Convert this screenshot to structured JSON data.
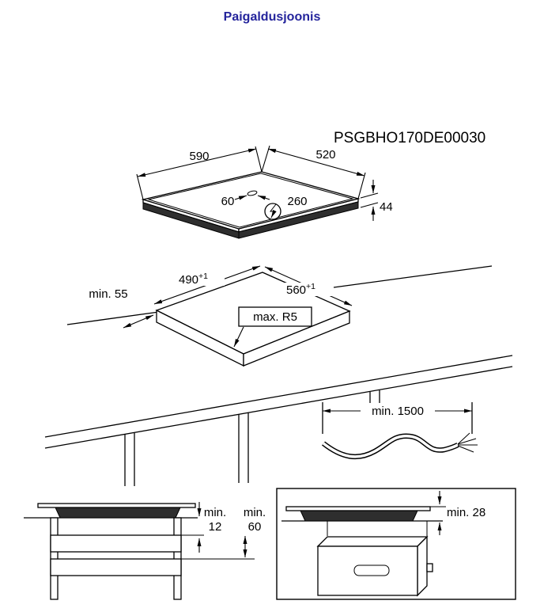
{
  "header": {
    "title": "Paigaldusjoonis"
  },
  "drawing": {
    "part_number": "PSGBHO170DE00030",
    "hob": {
      "width": "590",
      "depth": "520",
      "cable_offset_a": "60",
      "cable_offset_b": "260",
      "height": "44"
    },
    "cutout": {
      "depth": "490",
      "depth_tolerance": "+1",
      "width": "560",
      "width_tolerance": "+1",
      "min_edge_distance": "min. 55",
      "max_corner_radius": "max. R5"
    },
    "cable": {
      "min_length": "min. 1500"
    },
    "clearance_drawer": {
      "label_min_1": "min.",
      "value_1": "12",
      "label_min_2": "min.",
      "value_2": "60"
    },
    "clearance_oven": {
      "label": "min. 28"
    }
  },
  "icons": {
    "power_symbol": "lightning-bolt-in-circle"
  },
  "colors": {
    "title_text": "#24249c",
    "line": "#000000",
    "hob_body": "#2e2e2e"
  }
}
